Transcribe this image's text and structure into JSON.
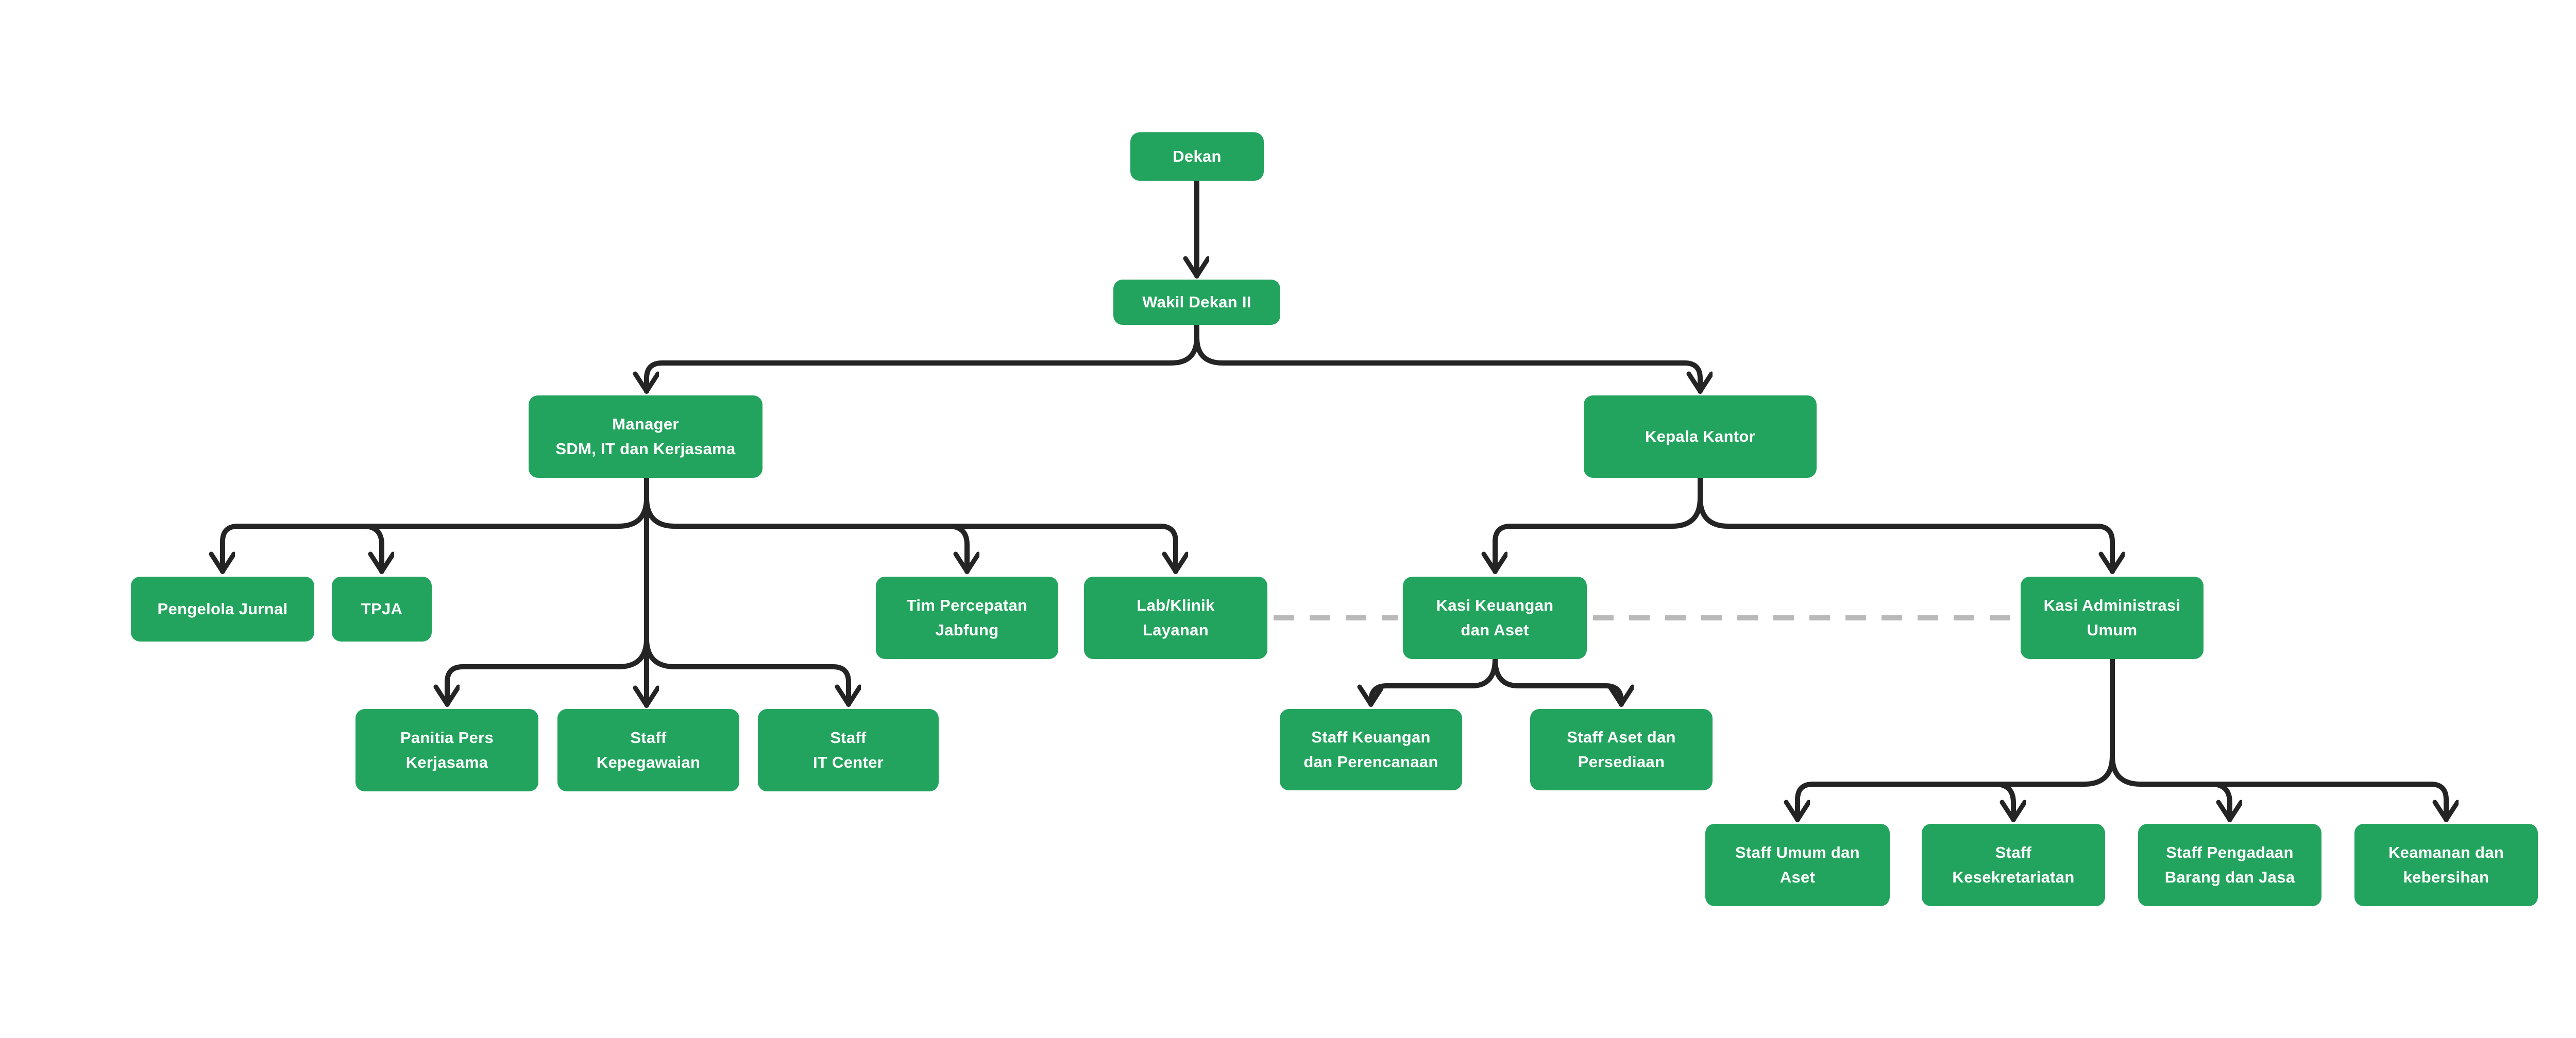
{
  "diagram": {
    "kind": "organization-chart",
    "colors": {
      "node_fill": "#23a45e",
      "node_text": "#ffffff",
      "connector": "#242424",
      "dashed_connector": "#b9b9b9",
      "background": "#ffffff"
    },
    "nodes": {
      "dekan": {
        "label": "Dekan",
        "lines": [
          "Dekan"
        ]
      },
      "wakil_dekan_ii": {
        "label": "Wakil Dekan II",
        "lines": [
          "Wakil Dekan II"
        ]
      },
      "manager_sdm": {
        "label": "Manager SDM, IT dan Kerjasama",
        "lines": [
          "Manager",
          "SDM, IT dan Kerjasama"
        ]
      },
      "kepala_kantor": {
        "label": "Kepala Kantor",
        "lines": [
          "Kepala Kantor"
        ]
      },
      "pengelola_jurnal": {
        "label": "Pengelola Jurnal",
        "lines": [
          "Pengelola Jurnal"
        ]
      },
      "tpja": {
        "label": "TPJA",
        "lines": [
          "TPJA"
        ]
      },
      "tim_percepatan": {
        "label": "Tim Percepatan Jabfung",
        "lines": [
          "Tim Percepatan",
          "Jabfung"
        ]
      },
      "lab_klinik": {
        "label": "Lab/Klinik Layanan",
        "lines": [
          "Lab/Klinik",
          "Layanan"
        ]
      },
      "kasi_keuangan": {
        "label": "Kasi Keuangan dan Aset",
        "lines": [
          "Kasi Keuangan",
          "dan Aset"
        ]
      },
      "kasi_administrasi": {
        "label": "Kasi Administrasi Umum",
        "lines": [
          "Kasi Administrasi",
          "Umum"
        ]
      },
      "panitia_pers": {
        "label": "Panitia Pers Kerjasama",
        "lines": [
          "Panitia Pers",
          "Kerjasama"
        ]
      },
      "staff_kepegawaian": {
        "label": "Staff Kepegawaian",
        "lines": [
          "Staff",
          "Kepegawaian"
        ]
      },
      "staff_it_center": {
        "label": "Staff IT Center",
        "lines": [
          "Staff",
          "IT Center"
        ]
      },
      "staff_keuangan": {
        "label": "Staff Keuangan dan Perencanaan",
        "lines": [
          "Staff Keuangan",
          "dan Perencanaan"
        ]
      },
      "staff_aset": {
        "label": "Staff Aset dan Persediaan",
        "lines": [
          "Staff Aset dan",
          "Persediaan"
        ]
      },
      "staff_umum": {
        "label": "Staff Umum dan Aset",
        "lines": [
          "Staff Umum dan",
          "Aset"
        ]
      },
      "staff_kesekretariatan": {
        "label": "Staff Kesekretariatan",
        "lines": [
          "Staff",
          "Kesekretariatan"
        ]
      },
      "staff_pengadaan": {
        "label": "Staff Pengadaan Barang dan Jasa",
        "lines": [
          "Staff Pengadaan",
          "Barang dan Jasa"
        ]
      },
      "keamanan": {
        "label": "Keamanan dan kebersihan",
        "lines": [
          "Keamanan dan",
          "kebersihan"
        ]
      }
    },
    "edges": [
      {
        "from": "dekan",
        "to": "wakil_dekan_ii",
        "style": "solid-arrow"
      },
      {
        "from": "wakil_dekan_ii",
        "to": "manager_sdm",
        "style": "solid-arrow"
      },
      {
        "from": "wakil_dekan_ii",
        "to": "kepala_kantor",
        "style": "solid-arrow"
      },
      {
        "from": "manager_sdm",
        "to": "pengelola_jurnal",
        "style": "solid-arrow"
      },
      {
        "from": "manager_sdm",
        "to": "tpja",
        "style": "solid-arrow"
      },
      {
        "from": "manager_sdm",
        "to": "tim_percepatan",
        "style": "solid-arrow"
      },
      {
        "from": "manager_sdm",
        "to": "lab_klinik",
        "style": "solid-arrow"
      },
      {
        "from": "manager_sdm",
        "to": "panitia_pers",
        "style": "solid-arrow"
      },
      {
        "from": "manager_sdm",
        "to": "staff_kepegawaian",
        "style": "solid-arrow"
      },
      {
        "from": "manager_sdm",
        "to": "staff_it_center",
        "style": "solid-arrow"
      },
      {
        "from": "kepala_kantor",
        "to": "kasi_keuangan",
        "style": "solid-arrow"
      },
      {
        "from": "kepala_kantor",
        "to": "kasi_administrasi",
        "style": "solid-arrow"
      },
      {
        "from": "kasi_keuangan",
        "to": "staff_keuangan",
        "style": "solid-arrow"
      },
      {
        "from": "kasi_keuangan",
        "to": "staff_aset",
        "style": "solid-arrow"
      },
      {
        "from": "kasi_administrasi",
        "to": "staff_umum",
        "style": "solid-arrow"
      },
      {
        "from": "kasi_administrasi",
        "to": "staff_kesekretariatan",
        "style": "solid-arrow"
      },
      {
        "from": "kasi_administrasi",
        "to": "staff_pengadaan",
        "style": "solid-arrow"
      },
      {
        "from": "kasi_administrasi",
        "to": "keamanan",
        "style": "solid-arrow"
      },
      {
        "from": "lab_klinik",
        "to": "kasi_keuangan",
        "style": "dashed"
      },
      {
        "from": "kasi_keuangan",
        "to": "kasi_administrasi",
        "style": "dashed"
      }
    ]
  }
}
